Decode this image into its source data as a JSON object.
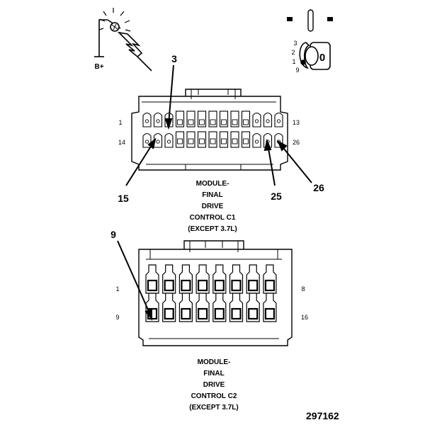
{
  "battery_label": "B+",
  "ignition": {
    "positions": [
      "3",
      "2",
      "1",
      "9"
    ],
    "key_glyph": "0"
  },
  "connector_c1": {
    "caption": [
      "MODULE-",
      "FINAL",
      "DRIVE",
      "CONTROL C1",
      "(EXCEPT 3.7L)"
    ],
    "row_labels": {
      "top_left": "1",
      "top_right": "13",
      "bottom_left": "14",
      "bottom_right": "26"
    },
    "callouts": [
      "3",
      "15",
      "25",
      "26"
    ]
  },
  "connector_c2": {
    "caption": [
      "MODULE-",
      "FINAL",
      "DRIVE",
      "CONTROL C2",
      "(EXCEPT 3.7L)"
    ],
    "row_labels": {
      "top_left": "1",
      "top_right": "8",
      "bottom_left": "9",
      "bottom_right": "16"
    },
    "callouts": [
      "9"
    ]
  },
  "figure_number": "297162",
  "icons": [
    "ground-probe-icon",
    "test-light-icon",
    "ignition-switch-icon",
    "ignition-key-icon"
  ]
}
